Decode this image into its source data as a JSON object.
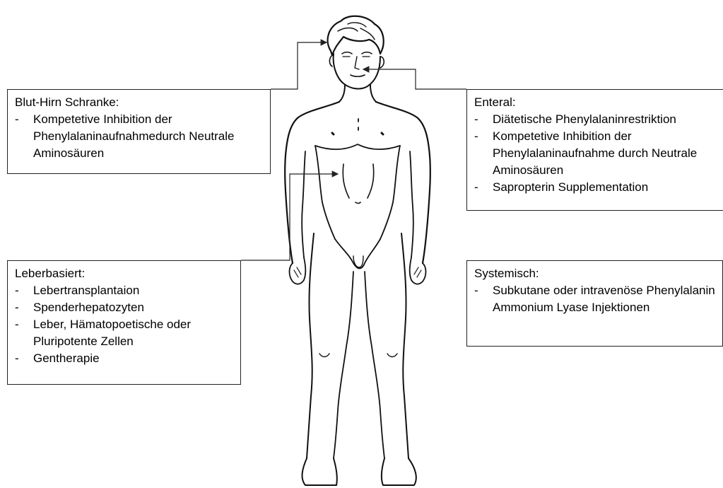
{
  "boxes": {
    "blood_brain_barrier": {
      "title": "Blut-Hirn Schranke:",
      "items": [
        "Kompetetive Inhibition der Phenylalaninaufnahmedurch Neutrale Aminosäuren"
      ]
    },
    "enteral": {
      "title": "Enteral:",
      "items": [
        "Diätetische Phenylalaninrestriktion",
        "Kompetetive Inhibition der Phenylalaninaufnahme durch Neutrale Aminosäuren",
        "Sapropterin Supplementation"
      ]
    },
    "liver_based": {
      "title": "Leberbasiert:",
      "items": [
        "Lebertransplantaion",
        "Spenderhepatozyten",
        "Leber, Hämatopoetische oder Pluripotente Zellen",
        "Gentherapie"
      ]
    },
    "systemic": {
      "title": "Systemisch:",
      "items": [
        "Subkutane oder intravenöse Phenylalanin Ammonium Lyase Injektionen"
      ]
    }
  },
  "colors": {
    "line": "#222222",
    "figure_stroke": "#111111",
    "background": "#ffffff"
  }
}
